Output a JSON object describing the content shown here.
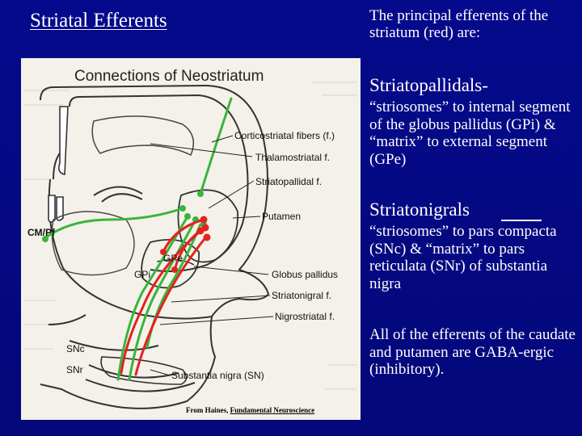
{
  "slide": {
    "title": "Striatal Efferents",
    "intro": "The principal efferents of the striatum (red) are:",
    "sections": [
      {
        "heading": "Striatopallidals-",
        "body": "“striosomes” to internal segment of the globus pallidus (GPi) & “matrix” to external segment (GPe)"
      },
      {
        "heading": "Striatonigrals",
        "body": "“striosomes” to pars compacta (SNc) & “matrix” to pars reticulata (SNr) of substantia nigra"
      }
    ],
    "closing": "All of the efferents of the caudate and putamen are GABA-ergic (inhibitory)."
  },
  "figure": {
    "title": "Connections of Neostriatum",
    "labels": {
      "corticostriatal": "Corticostriatal fibers (f.)",
      "thalamostriatal": "Thalamostriatal f.",
      "striatopallidal": "Striatopallidal f.",
      "putamen": "Putamen",
      "cmpf": "CM/Pf",
      "gpe": "GPe",
      "gpi": "GPi",
      "globus_pallidus": "Globus pallidus",
      "striatonigral": "Striatonigral f.",
      "nigrostriatal": "Nigrostriatal f.",
      "snc": "SNc",
      "snr": "SNr",
      "substantia_nigra": "Substantia nigra (SN)"
    },
    "credit_prefix": "From Haines, ",
    "credit_book": "Fundamental Neuroscience"
  },
  "colors": {
    "background": "#050a8c",
    "efferent": "#e32222",
    "afferent": "#39b53a",
    "figure_paper": "#f4f1ea"
  }
}
